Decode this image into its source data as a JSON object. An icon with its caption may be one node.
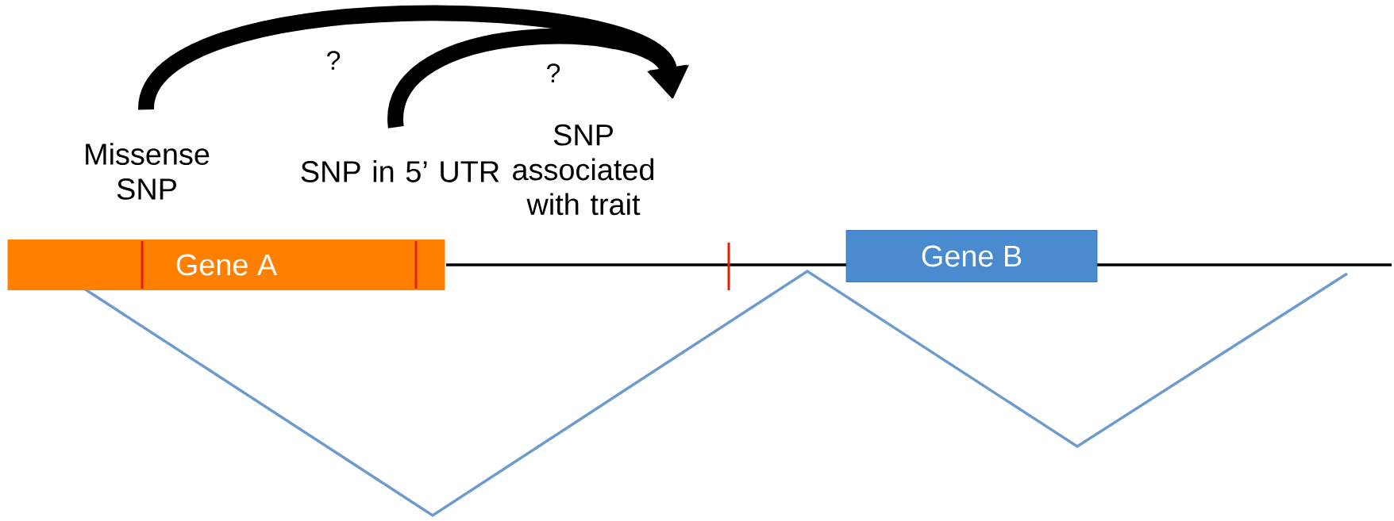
{
  "diagram": {
    "nodes": [
      {
        "text": [
          "Missense SNP"
        ]
      },
      {
        "text": [
          "SNP in 5’ UTR"
        ]
      },
      {
        "text": [
          "SNP associated with trait"
        ]
      },
      {
        "text": [
          "Gene A"
        ]
      },
      {
        "text": [
          "Gene B"
        ]
      }
    ],
    "edges": [
      {
        "from": 0,
        "to": 2,
        "arrow": "to",
        "label": "?"
      },
      {
        "from": 1,
        "to": 2,
        "arrow": "to",
        "label": "?"
      }
    ]
  }
}
